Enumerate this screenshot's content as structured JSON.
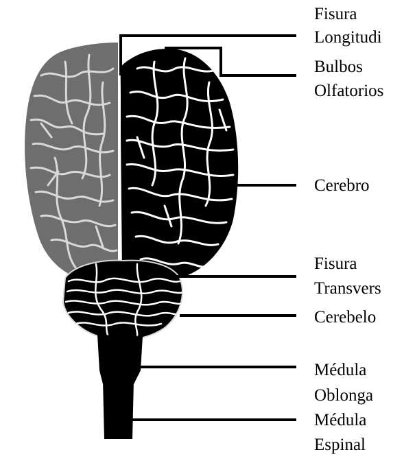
{
  "diagram": {
    "colors": {
      "background": "#ffffff",
      "left_hemisphere": "#6e6e6e",
      "right_hemisphere": "#000000",
      "sulci_left": "#d9d9d9",
      "sulci_right": "#ffffff",
      "leader_lines": "#000000"
    },
    "labels": {
      "fisura_longitudinal": [
        "Fisura",
        "Longitudi"
      ],
      "bulbos_olfatorios": [
        "Bulbos",
        "Olfatorios"
      ],
      "cerebro": [
        "Cerebro"
      ],
      "fisura_transversal": [
        "Fisura",
        "Transvers"
      ],
      "cerebelo": [
        "Cerebelo"
      ],
      "medula_oblonga": [
        "Médula",
        "Oblonga"
      ],
      "medula_espinal": [
        "Médula",
        "Espinal"
      ]
    }
  }
}
